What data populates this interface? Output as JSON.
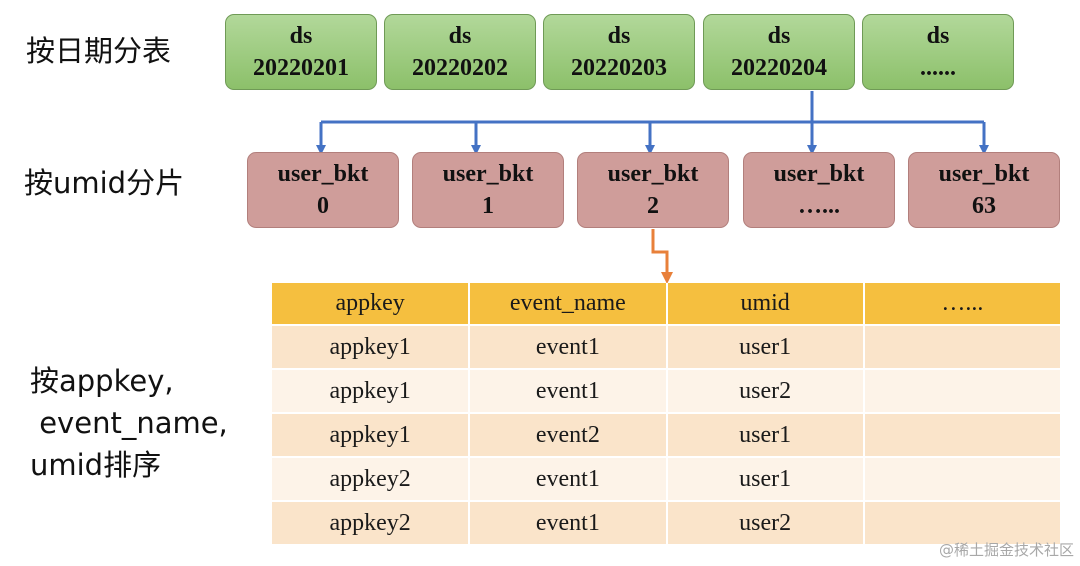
{
  "labels": {
    "by_date": "按日期分表",
    "by_umid": "按umid分片",
    "sort_line1": "按appkey,",
    "sort_line2": " event_name,",
    "sort_line3": "umid排序"
  },
  "date_tables": [
    {
      "line1": "ds",
      "line2": "20220201"
    },
    {
      "line1": "ds",
      "line2": "20220202"
    },
    {
      "line1": "ds",
      "line2": "20220203"
    },
    {
      "line1": "ds",
      "line2": "20220204"
    },
    {
      "line1": "ds",
      "line2": "......"
    }
  ],
  "buckets": [
    {
      "line1": "user_bkt",
      "line2": "0"
    },
    {
      "line1": "user_bkt",
      "line2": "1"
    },
    {
      "line1": "user_bkt",
      "line2": "2"
    },
    {
      "line1": "user_bkt",
      "line2": "…..."
    },
    {
      "line1": "user_bkt",
      "line2": "63"
    }
  ],
  "table": {
    "columns": [
      "appkey",
      "event_name",
      "umid",
      "…..."
    ],
    "rows": [
      [
        "appkey1",
        "event1",
        "user1",
        ""
      ],
      [
        "appkey1",
        "event1",
        "user2",
        ""
      ],
      [
        "appkey1",
        "event2",
        "user1",
        ""
      ],
      [
        "appkey2",
        "event1",
        "user1",
        ""
      ],
      [
        "appkey2",
        "event1",
        "user2",
        ""
      ]
    ]
  },
  "watermark": "@稀土掘金技术社区",
  "colors": {
    "date_box": "#9dcb7f",
    "bucket_box": "#cf9d9a",
    "table_header": "#f5bf3f",
    "row_odd": "#fae4ca",
    "row_even": "#fdf3e8",
    "blue_arrow": "#4472c4",
    "orange_arrow": "#e8803a"
  }
}
